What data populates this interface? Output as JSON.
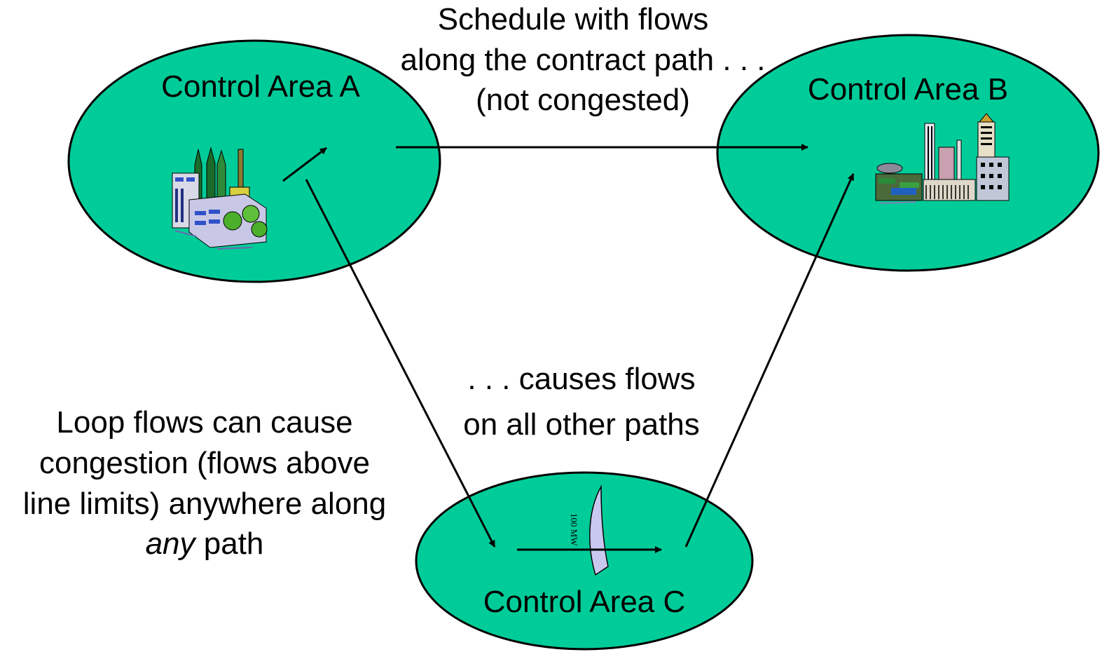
{
  "areas": {
    "a": {
      "label": "Control Area A"
    },
    "b": {
      "label": "Control Area B"
    },
    "c": {
      "label": "Control Area C"
    }
  },
  "top_note": {
    "line1": "Schedule with flows",
    "line2": "along the contract path . . .",
    "line3": "(not congested)"
  },
  "middle_note": {
    "line1": ". . . causes flows",
    "line2": "on all other paths"
  },
  "left_note": {
    "line1": "Loop flows can cause",
    "line2": "congestion (flows above",
    "line3": "line limits) anywhere along",
    "line4_italic": "any",
    "line4_rest": " path"
  },
  "limit_label": "100 MW",
  "colors": {
    "area_fill": "#00cc99",
    "outline": "#000000",
    "limit_fill": "#c8c8f0"
  },
  "icons": {
    "area_a": "factory-icon",
    "area_b": "city-skyline-icon",
    "area_c": "line-limit-icon"
  }
}
